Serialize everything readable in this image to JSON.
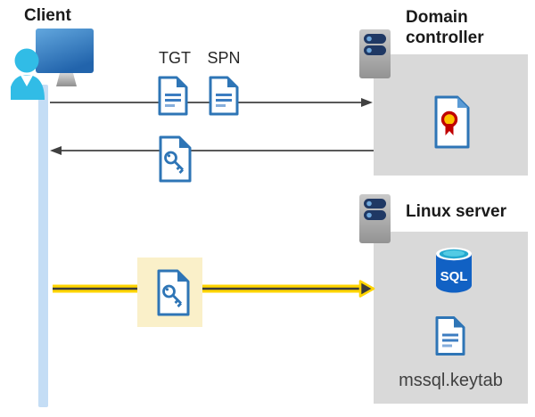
{
  "client": {
    "label": "Client"
  },
  "domain_controller": {
    "label": "Domain controller"
  },
  "linux_server": {
    "label": "Linux server",
    "keytab_label": "mssql.keytab"
  },
  "tickets": {
    "tgt_label": "TGT",
    "spn_label": "SPN"
  },
  "sql": {
    "label": "SQL"
  },
  "icons": {
    "client": "client-workstation-icon",
    "server": "server-icon",
    "document": "document-icon",
    "key_document": "key-document-icon",
    "certificate": "certificate-icon",
    "sql_database": "sql-database-icon"
  },
  "colors": {
    "doc_blue": "#2e75b6",
    "box_gray": "#d9d9d9",
    "bar_blue": "#c4ddf5",
    "arrow_gray": "#595959",
    "arrowhead_gray": "#404040",
    "arrow_yellow": "#ffd500",
    "highlight_cream": "#faf0c9",
    "server_navy": "#1f3864",
    "person_cyan": "#31bce6",
    "sql_blue": "#1161c4",
    "seal_red": "#c00000",
    "seal_yellow": "#ffc000"
  }
}
